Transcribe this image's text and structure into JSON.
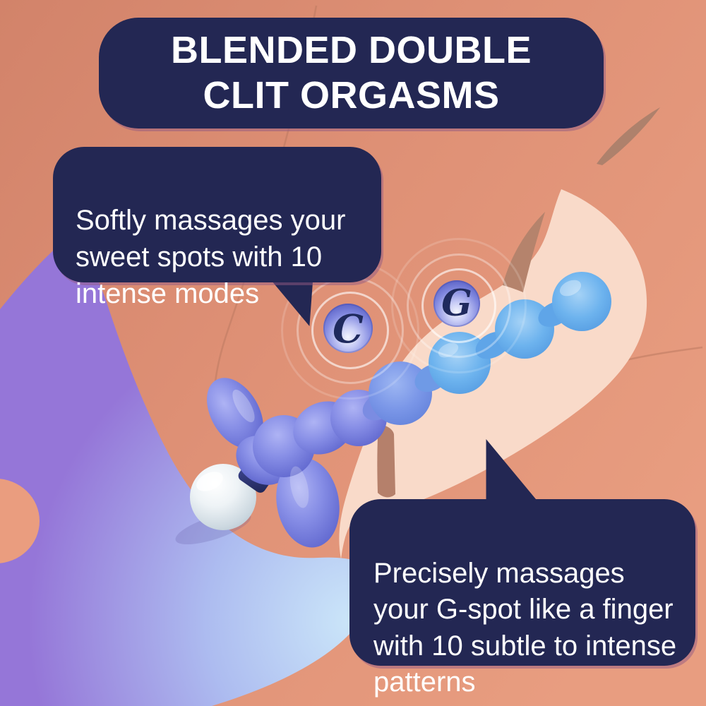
{
  "title": {
    "text": "BLENDED DOUBLE\nCLIT ORGASMS"
  },
  "callouts": {
    "clit_stimulator": {
      "text": "Softly massages your\nsweet spots with 10\nintense modes"
    },
    "gspot_massager": {
      "text": "Precisely massages\nyour G-spot like a finger\nwith 10 subtle to intense\npatterns"
    }
  },
  "badges": {
    "c_spot": {
      "label": "C"
    },
    "g_spot": {
      "label": "G"
    }
  },
  "colors": {
    "bubble_navy": "#232753",
    "text_white": "#ffffff",
    "skin_salmon": "#dd8e72",
    "skin_light_peach": "#f9dac9",
    "background_purple": "#9a76d9",
    "background_light_blue": "#c9e5f9",
    "toy_periwinkle": "#7e86e2",
    "toy_sky_blue": "#5fa9ea",
    "badge_disc_blue": "#5b62c8",
    "badge_letter_navy": "#1f2a5e"
  }
}
